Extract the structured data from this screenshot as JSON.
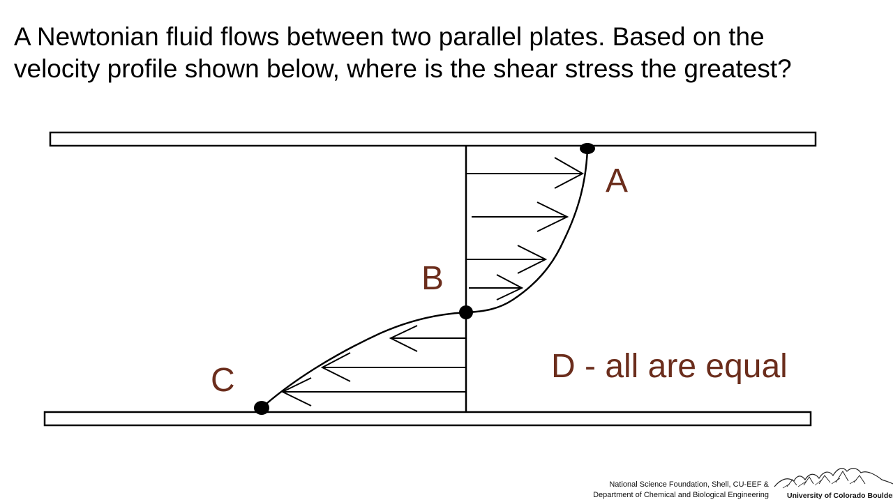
{
  "question": {
    "line1": "A Newtonian fluid flows between two parallel plates. Based on the",
    "line2": "velocity profile shown below, where is the shear stress the greatest?"
  },
  "options": {
    "a": "A",
    "b": "B",
    "c": "C",
    "d": "D - all are equal"
  },
  "footer": {
    "line1": "National Science Foundation, Shell, CU-EEF &",
    "line2": "Department of Chemical and Biological Engineering",
    "university": "University of Colorado Boulder"
  },
  "colors": {
    "option_text": "#6b2d1c",
    "ink": "#000000"
  }
}
